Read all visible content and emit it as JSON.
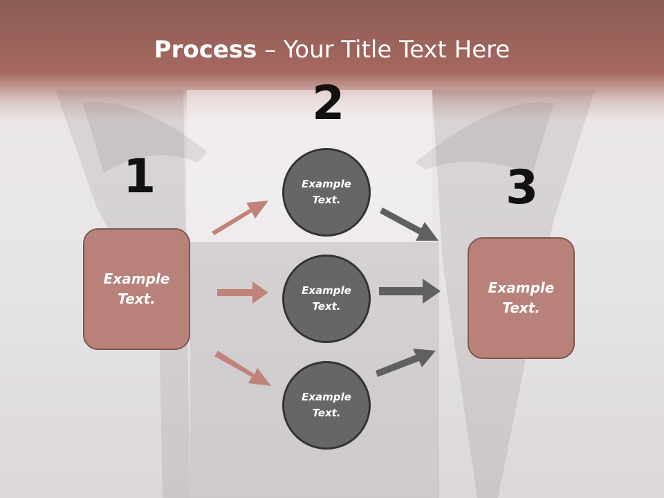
{
  "slide": {
    "title_bold": "Process",
    "title_rest": " – Your Title Text Here",
    "steps": {
      "one": {
        "number": "1",
        "label": "Example\nText."
      },
      "two": {
        "number": "2"
      },
      "three": {
        "number": "3",
        "label": "Example\nText."
      }
    },
    "circles": [
      {
        "label": "Example\nText."
      },
      {
        "label": "Example\nText."
      },
      {
        "label": "Example\nText."
      }
    ]
  },
  "colors": {
    "header": "#a6685f",
    "box_fill": "#b8827a",
    "circle_fill": "#666666",
    "arrow_left": "#c0837a",
    "arrow_right": "#606060"
  }
}
